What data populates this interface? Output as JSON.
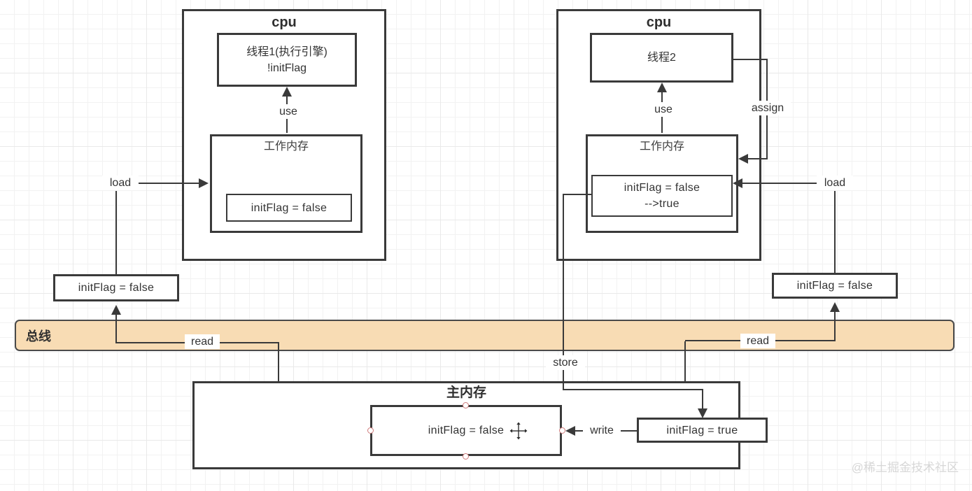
{
  "diagram": {
    "cpu_left": {
      "title": "cpu",
      "thread_line1": "线程1(执行引擎)",
      "thread_line2": "!initFlag",
      "use_label": "use",
      "wm_title": "工作内存",
      "wm_value": "initFlag = false",
      "load_label": "load",
      "cache_value": "initFlag = false",
      "read_label": "read"
    },
    "cpu_right": {
      "title": "cpu",
      "thread": "线程2",
      "use_label": "use",
      "assign_label": "assign",
      "wm_title": "工作内存",
      "wm_value_line1": "initFlag = false",
      "wm_value_line2": "-->true",
      "load_label": "load",
      "cache_value": "initFlag = false",
      "read_label": "read",
      "store_label": "store"
    },
    "bus": {
      "label": "总线"
    },
    "main_memory": {
      "title": "主内存",
      "value": "initFlag = false",
      "true_value": "initFlag = true",
      "write_label": "write"
    }
  },
  "watermark": "@稀土掘金技术社区",
  "colors": {
    "line": "#3a3a3a",
    "bus_fill": "#f8dcb4",
    "selection_handle": "#cf7b7b"
  }
}
